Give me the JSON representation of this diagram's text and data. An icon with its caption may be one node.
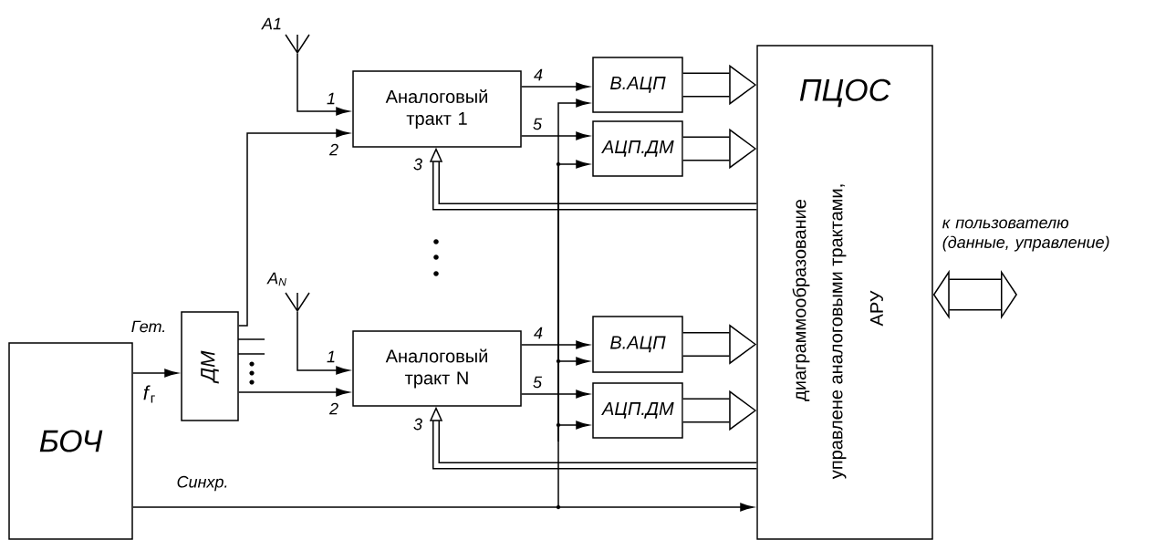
{
  "diagram": {
    "nodes": [
      {
        "text": [
          "БОЧ"
        ]
      },
      {
        "text": [
          "ДМ"
        ]
      },
      {
        "text": [
          "Аналоговый тракт 1"
        ]
      },
      {
        "text": [
          "Аналоговый тракт N"
        ]
      },
      {
        "text": [
          "В.АЦП"
        ]
      },
      {
        "text": [
          "АЦП.ДМ"
        ]
      },
      {
        "text": [
          "В.АЦП"
        ]
      },
      {
        "text": [
          "АЦП.ДМ"
        ]
      },
      {
        "text": [
          "ПЦОС",
          "диаграммообразование",
          "управлене аналоговыми трактами,",
          "АРУ"
        ]
      },
      {
        "text": [],
        "shape": "antenna",
        "beside": [
          "A1"
        ]
      },
      {
        "text": [],
        "shape": "antenna",
        "beside": [
          "A$_{N}$"
        ]
      }
    ],
    "edges": [
      {
        "from": 9,
        "to": 2,
        "arrow": "to",
        "label": "1"
      },
      {
        "from": 1,
        "to": 2,
        "arrow": "to",
        "label": "2"
      },
      {
        "from": 10,
        "to": 3,
        "arrow": "to",
        "label": "1"
      },
      {
        "from": 1,
        "to": 3,
        "arrow": "to",
        "label": "2"
      },
      {
        "from": 8,
        "to": 2,
        "arrow": "to",
        "label": "3",
        "style": "thick"
      },
      {
        "from": 8,
        "to": 3,
        "arrow": "to",
        "label": "3",
        "style": "thick"
      },
      {
        "from": 2,
        "to": 4,
        "arrow": "to",
        "label": "4"
      },
      {
        "from": 2,
        "to": 5,
        "arrow": "to",
        "label": "5"
      },
      {
        "from": 3,
        "to": 6,
        "arrow": "to",
        "label": "4"
      },
      {
        "from": 3,
        "to": 7,
        "arrow": "to",
        "label": "5"
      },
      {
        "from": 4,
        "to": 8,
        "arrow": "to",
        "style": "thick"
      },
      {
        "from": 5,
        "to": 8,
        "arrow": "to",
        "style": "thick"
      },
      {
        "from": 6,
        "to": 8,
        "arrow": "to",
        "style": "thick"
      },
      {
        "from": 7,
        "to": 8,
        "arrow": "to",
        "style": "thick"
      },
      {
        "from": 0,
        "to": 1,
        "arrow": "to",
        "label": "Гет."
      },
      {
        "from": 0,
        "to": 8,
        "arrow": "to",
        "label": "Синхр."
      },
      {
        "from": 0,
        "to": 4,
        "arrow": "to"
      },
      {
        "from": 0,
        "to": 5,
        "arrow": "to"
      },
      {
        "from": 0,
        "to": 6,
        "arrow": "to"
      },
      {
        "from": 0,
        "to": 7,
        "arrow": "to"
      },
      {
        "from": 8,
        "to": null,
        "arrow": "both",
        "style": "thick",
        "label": "к пользователю (данные, управление)"
      }
    ],
    "labels": [
      "*f*$_{г}$"
    ]
  }
}
